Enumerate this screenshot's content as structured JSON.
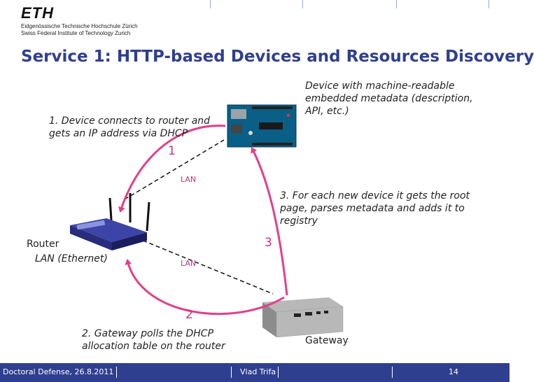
{
  "header": {
    "logo_text": "ETH",
    "institution_de": "Eidgenössische Technische Hochschule Zürich",
    "institution_en": "Swiss Federal Institute of Technology Zurich"
  },
  "slide": {
    "title": "Service 1: HTTP-based Devices and Resources Discovery"
  },
  "annotations": {
    "device_desc": [
      "Device with machine-readable",
      "embedded metadata (description,",
      "API, etc.)"
    ],
    "step1": [
      "1. Device connects to router and",
      "gets an IP address via DHCP"
    ],
    "step3": [
      "3. For each new device it gets the root",
      "page, parses metadata and adds it to",
      "registry"
    ],
    "step2": [
      "2. Gateway polls the DHCP",
      "allocation table on the router"
    ],
    "router_label": "Router",
    "router_sub": "LAN (Ethernet)",
    "gateway_label": "Gateway",
    "lan_top": "LAN",
    "lan_bottom": "LAN",
    "num1": "1",
    "num2": "2",
    "num3": "3"
  },
  "footer": {
    "left": "Doctoral Defense, 26.8.2011",
    "center": "Vlad Trifa",
    "page": "14"
  },
  "colors": {
    "accent": "#2f3f8f",
    "arrow": "#e0408a"
  }
}
